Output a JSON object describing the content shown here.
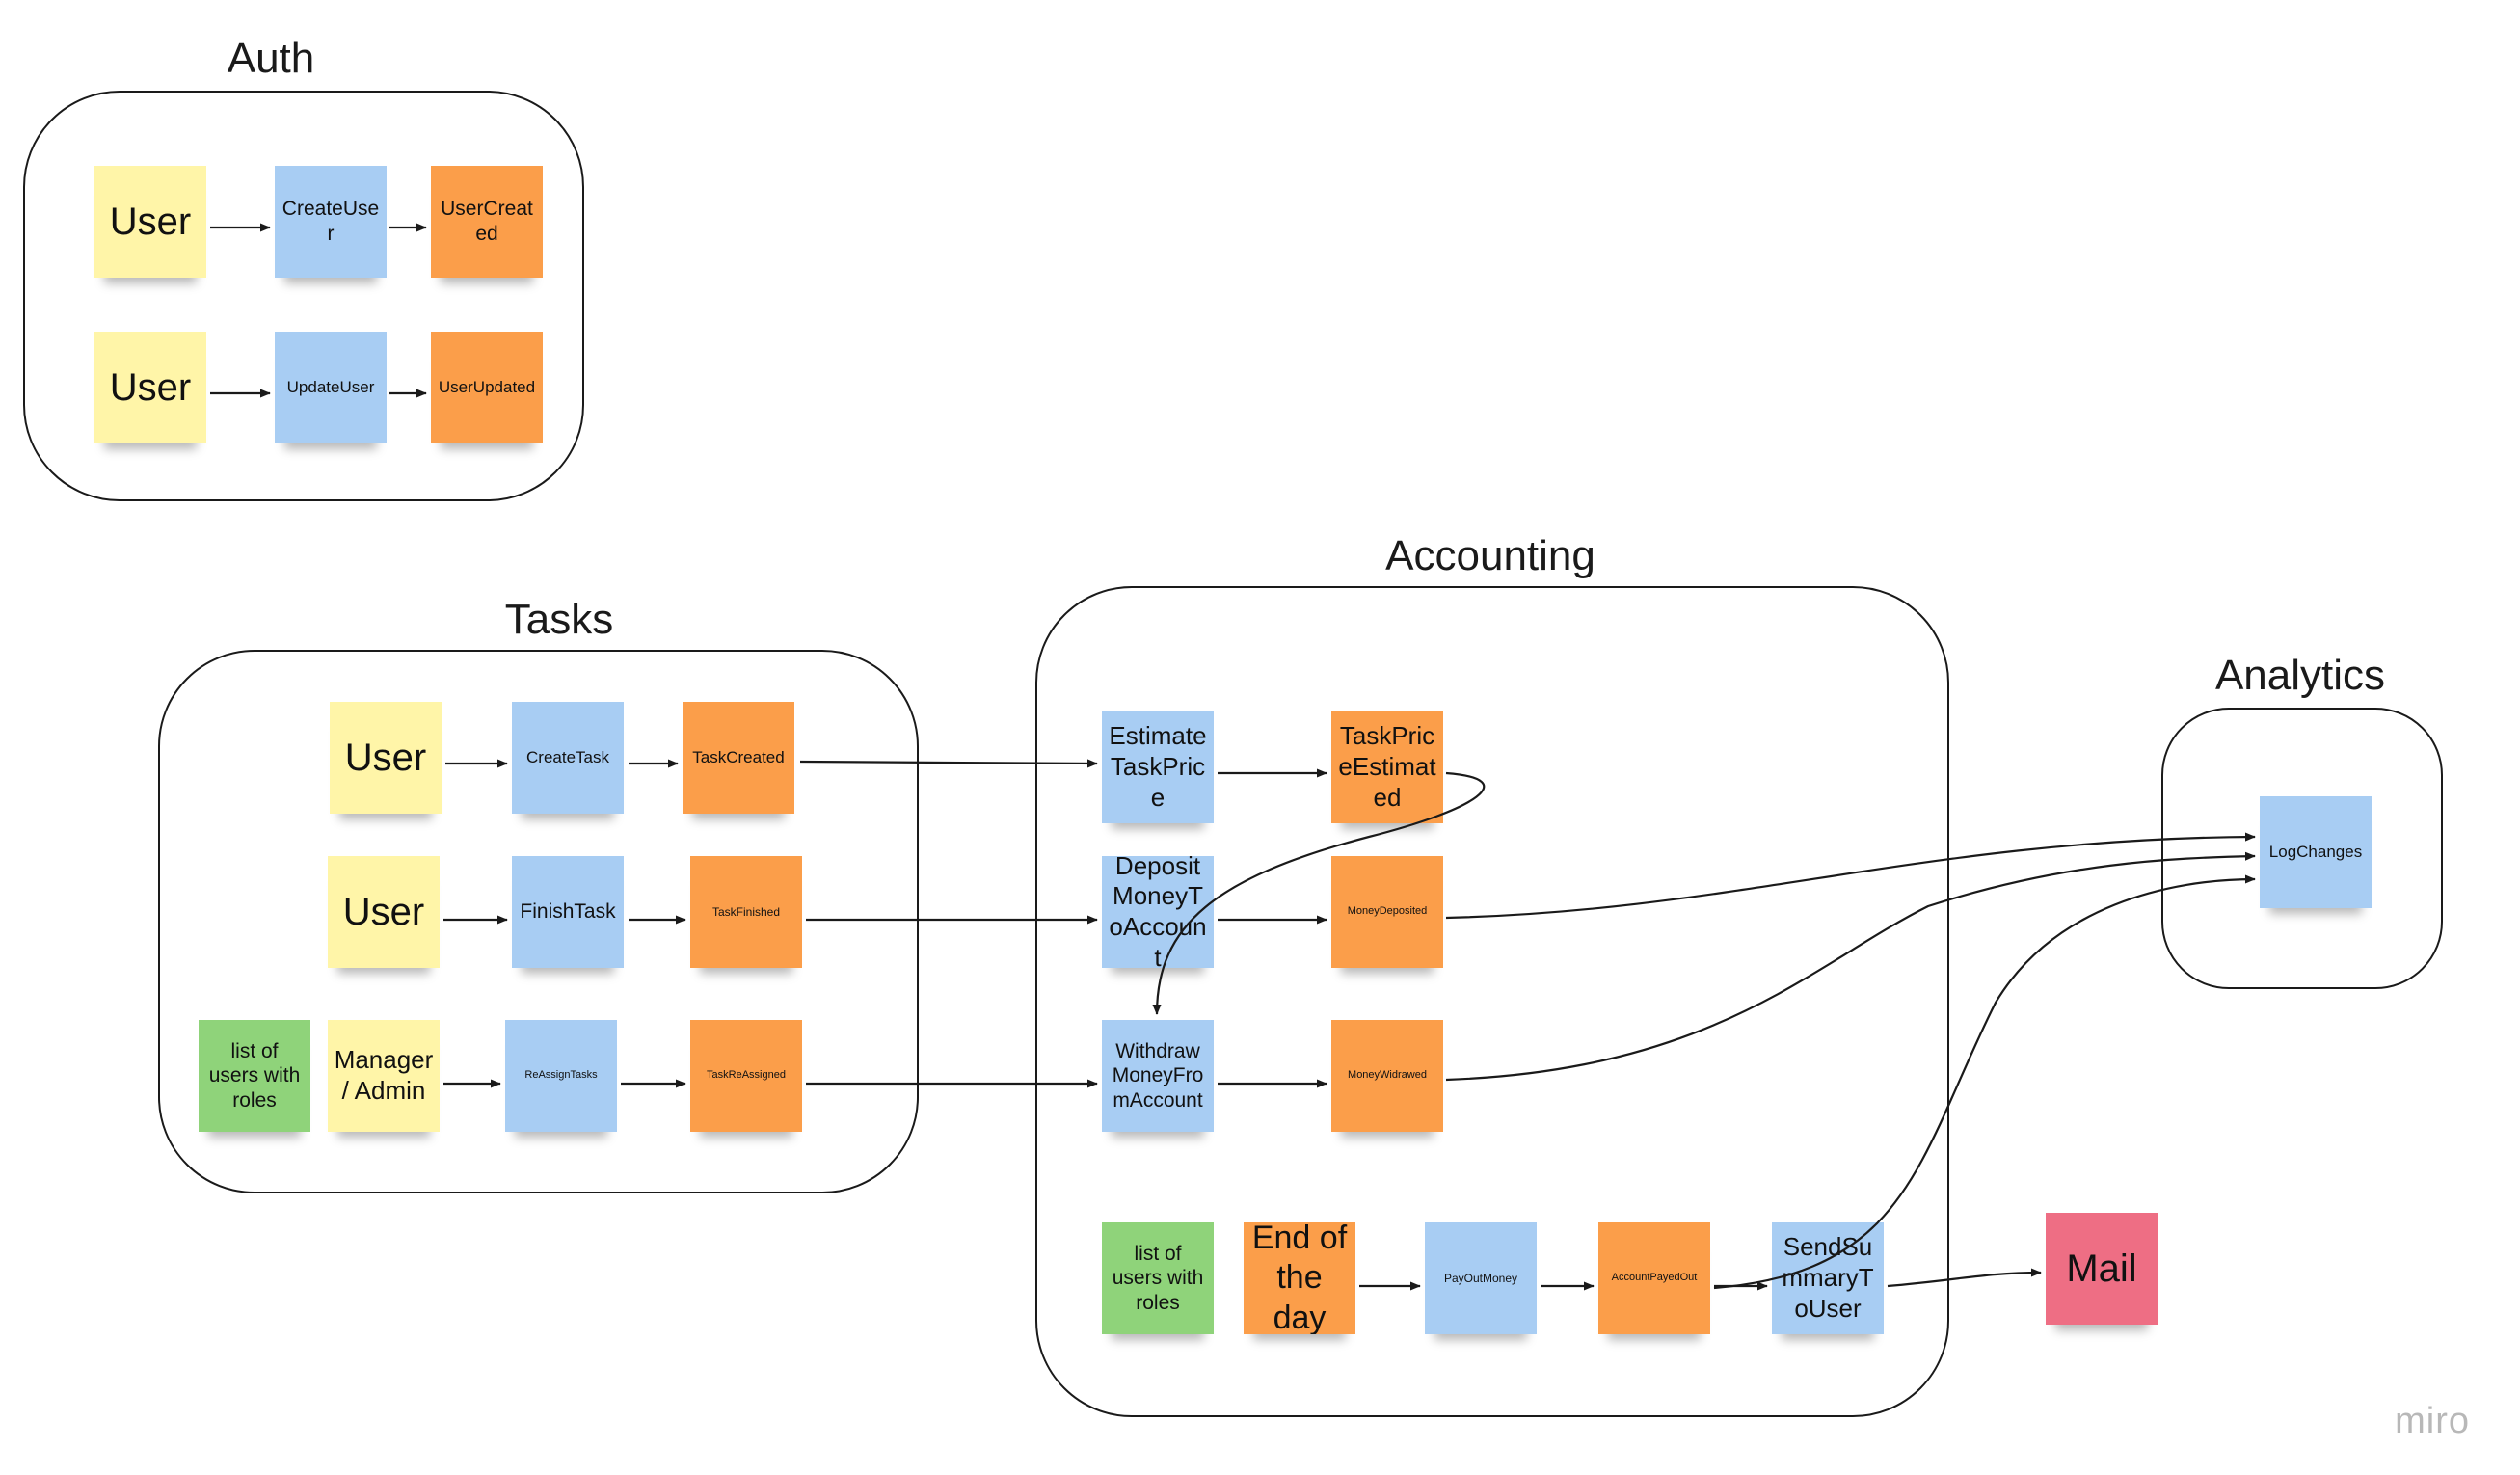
{
  "frames": {
    "auth": {
      "title": "Auth"
    },
    "tasks": {
      "title": "Tasks"
    },
    "accounting": {
      "title": "Accounting"
    },
    "analytics": {
      "title": "Analytics"
    }
  },
  "notes": {
    "auth_actor_1": "User",
    "auth_cmd_create": "CreateUser",
    "auth_evt_created": "UserCreated",
    "auth_actor_2": "User",
    "auth_cmd_update": "UpdateUser",
    "auth_evt_updated": "UserUpdated",
    "tasks_actor_1": "User",
    "tasks_cmd_create": "CreateTask",
    "tasks_evt_created": "TaskCreated",
    "tasks_actor_2": "User",
    "tasks_cmd_finish": "FinishTask",
    "tasks_evt_finished": "TaskFinished",
    "tasks_readmodel": "list of users with roles",
    "tasks_actor_3": "Manager / Admin",
    "tasks_cmd_reassign": "ReAssignTasks",
    "tasks_evt_reassigned": "TaskReAssigned",
    "acc_cmd_estimate": "EstimateTaskPrice",
    "acc_evt_estimated": "TaskPriceEstimated",
    "acc_cmd_deposit": "DepositMoneyToAccount",
    "acc_evt_deposited": "MoneyDeposited",
    "acc_cmd_withdraw": "WithdrawMoneyFromAccount",
    "acc_evt_withdrawed": "MoneyWidrawed",
    "acc_readmodel": "list of users with roles",
    "acc_trigger": "End of the day",
    "acc_cmd_payout": "PayOutMoney",
    "acc_evt_payedout": "AccountPayedOut",
    "acc_cmd_summary": "SendSummaryToUser",
    "analytics_cmd_log": "LogChanges",
    "ext_mail": "Mail"
  },
  "colors": {
    "actor": "#fff5a8",
    "command": "#a8cdf3",
    "event": "#fb9e4a",
    "read_model": "#8fd37a",
    "external_system": "#ee6e84"
  },
  "watermark": "miro"
}
